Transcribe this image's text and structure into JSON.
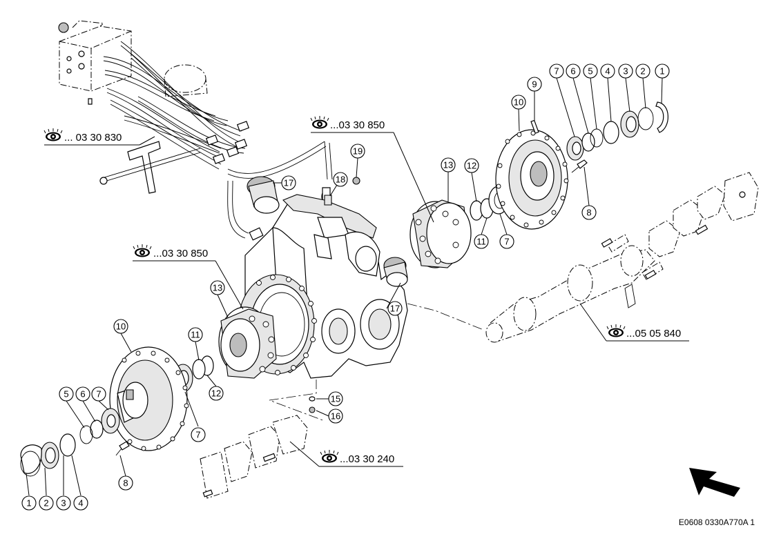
{
  "figure_code": "E0608 0330A770A 1",
  "references": [
    {
      "id": "ref-033030830",
      "text": "... 03 30 830"
    },
    {
      "id": "ref-033030850-top",
      "text": "...03 30 850"
    },
    {
      "id": "ref-033030850-left",
      "text": "...03 30 850"
    },
    {
      "id": "ref-050505840",
      "text": "...05 05 840"
    },
    {
      "id": "ref-033030240",
      "text": "...03 30 240"
    }
  ],
  "callouts": {
    "r1": "1",
    "r2": "2",
    "r3": "3",
    "r4": "4",
    "r5": "5",
    "r6": "6",
    "r7": "7",
    "r9": "9",
    "r10": "10",
    "r8": "8",
    "r13": "13",
    "r12": "12",
    "r11": "11",
    "r7b": "7",
    "r17a": "17",
    "r18": "18",
    "r19": "19",
    "r17b": "17",
    "l13": "13",
    "l10": "10",
    "l11": "11",
    "l12": "12",
    "l7": "7",
    "l5": "5",
    "l6": "6",
    "l7b": "7",
    "l15": "15",
    "l16": "16",
    "l1": "1",
    "l2": "2",
    "l3": "3",
    "l4": "4",
    "l8": "8"
  },
  "icons": {
    "eye": "view-reference-eye-icon",
    "arrow": "direction-arrow-icon"
  }
}
